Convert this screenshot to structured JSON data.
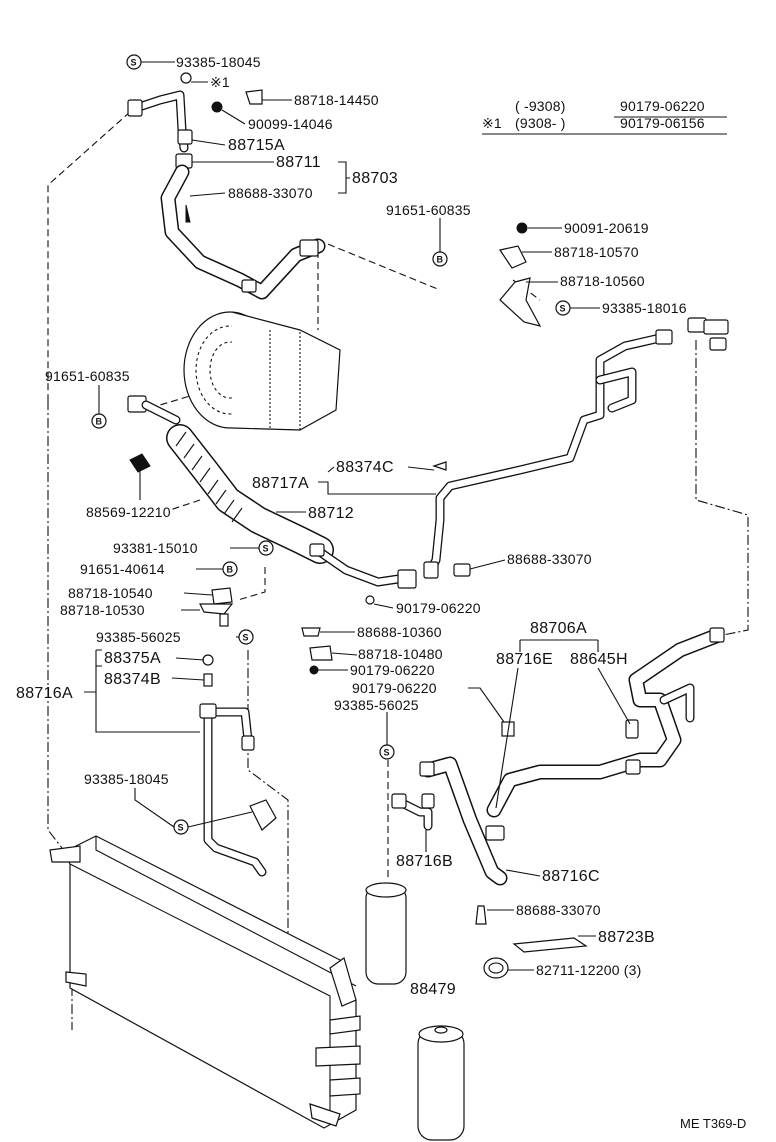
{
  "legend": {
    "row1": {
      "range": "(      -9308)",
      "part": "90179-06220"
    },
    "row2": {
      "mark": "※1",
      "range": "(9308-      )",
      "part": "90179-06156"
    }
  },
  "symbols": {
    "s": "S",
    "b": "B"
  },
  "labels": {
    "p93385_18045_top": "93385-18045",
    "mark1": "※1",
    "p88718_14450": "88718-14450",
    "p90099_14046": "90099-14046",
    "p88715A": "88715A",
    "p88711": "88711",
    "p88703": "88703",
    "p88688_33070_top": "88688-33070",
    "p91651_60835_right": "91651-60835",
    "p90091_20619": "90091-20619",
    "p88718_10570": "88718-10570",
    "p88718_10560": "88718-10560",
    "p93385_18016": "93385-18016",
    "p91651_60835_left": "91651-60835",
    "p88569_12210": "88569-12210",
    "p88717A": "88717A",
    "p88374C": "88374C",
    "p88712": "88712",
    "p93381_15010": "93381-15010",
    "p91651_40614": "91651-40614",
    "p88718_10540": "88718-10540",
    "p88718_10530": "88718-10530",
    "p88688_33070_mid": "88688-33070",
    "p90179_06220_a": "90179-06220",
    "p93385_56025_left": "93385-56025",
    "p88375A": "88375A",
    "p88374B": "88374B",
    "p88716A": "88716A",
    "p88688_10360": "88688-10360",
    "p88718_10480": "88718-10480",
    "p90179_06220_b": "90179-06220",
    "p90179_06220_c": "90179-06220",
    "p93385_56025_mid": "93385-56025",
    "p88706A": "88706A",
    "p88716E": "88716E",
    "p88645H": "88645H",
    "p93385_18045_low": "93385-18045",
    "p88716B": "88716B",
    "p88716C": "88716C",
    "p88688_33070_low": "88688-33070",
    "p88723B": "88723B",
    "p82711_12200": "82711-12200 (3)",
    "p88479": "88479"
  },
  "footer": {
    "code": "ME T369-D"
  }
}
